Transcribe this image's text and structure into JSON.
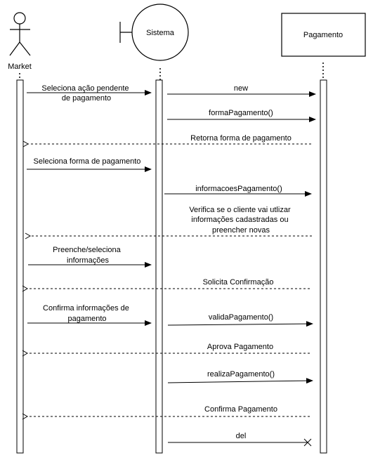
{
  "participants": {
    "actor": "Market",
    "boundary": "Sistema",
    "entity": "Pagamento"
  },
  "messages": [
    {
      "id": "m1",
      "lines": [
        "Seleciona ação pendente",
        "de pagamento"
      ]
    },
    {
      "id": "m2",
      "lines": [
        "new"
      ]
    },
    {
      "id": "m3",
      "lines": [
        "formaPagamento()"
      ]
    },
    {
      "id": "m4",
      "lines": [
        "Retorna forma de pagamento"
      ]
    },
    {
      "id": "m5",
      "lines": [
        "Seleciona forma de pagamento"
      ]
    },
    {
      "id": "m6",
      "lines": [
        "informacoesPagamento()"
      ]
    },
    {
      "id": "m7",
      "lines": [
        "Verifica se o cliente vai utlizar",
        "informações cadastradas ou",
        "preencher novas"
      ]
    },
    {
      "id": "m8",
      "lines": [
        "Preenche/seleciona",
        "informações"
      ]
    },
    {
      "id": "m9",
      "lines": [
        "Solicita Confirmação"
      ]
    },
    {
      "id": "m10",
      "lines": [
        "Confirma informações de",
        "pagamento"
      ]
    },
    {
      "id": "m11",
      "lines": [
        "validaPagamento()"
      ]
    },
    {
      "id": "m12",
      "lines": [
        "Aprova Pagamento"
      ]
    },
    {
      "id": "m13",
      "lines": [
        "realizaPagamento()"
      ]
    },
    {
      "id": "m14",
      "lines": [
        "Confirma Pagamento"
      ]
    },
    {
      "id": "m15",
      "lines": [
        "del"
      ]
    }
  ]
}
